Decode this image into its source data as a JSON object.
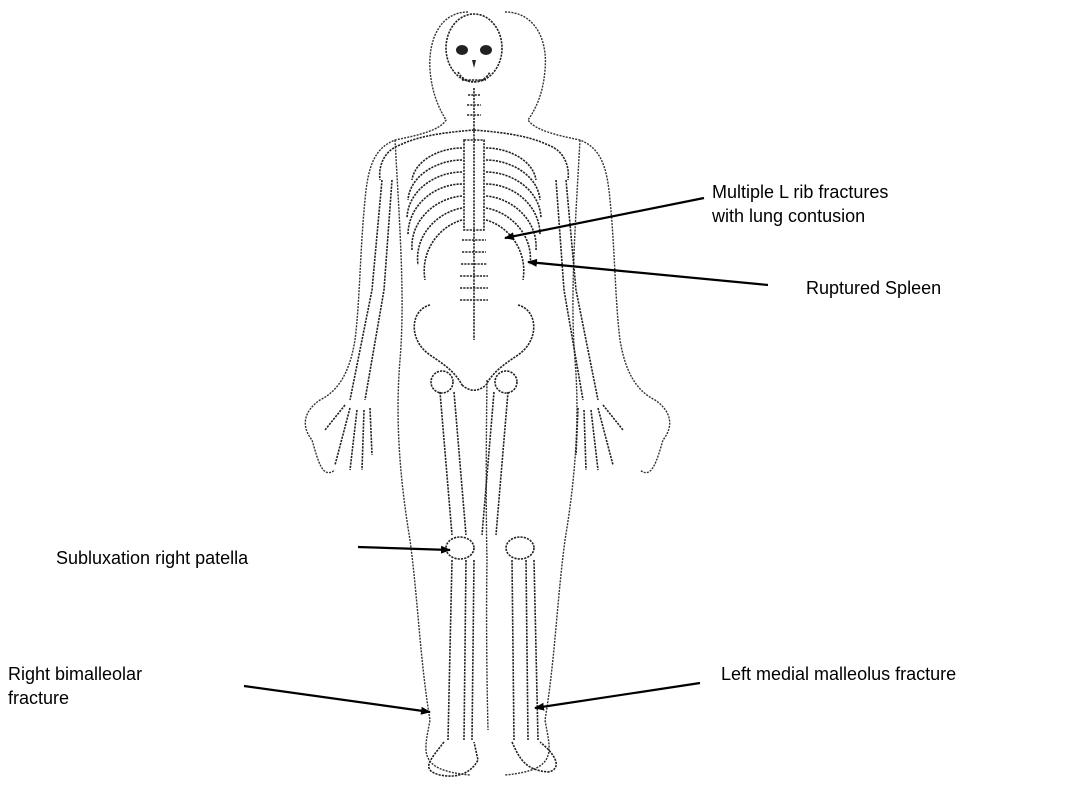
{
  "figure": {
    "subject": "human skeleton anterior view",
    "annotations": [
      {
        "id": "ribs",
        "lines": [
          "Multiple L rib fractures",
          "with lung contusion"
        ]
      },
      {
        "id": "spleen",
        "lines": [
          "Ruptured Spleen"
        ]
      },
      {
        "id": "patella",
        "lines": [
          "Subluxation right patella"
        ]
      },
      {
        "id": "bimalleolar",
        "lines": [
          "Right bimalleolar",
          "fracture"
        ]
      },
      {
        "id": "medial_malleolus",
        "lines": [
          "Left medial malleolus fracture"
        ]
      }
    ]
  },
  "colors": {
    "ink": "#000000",
    "background": "#ffffff"
  }
}
